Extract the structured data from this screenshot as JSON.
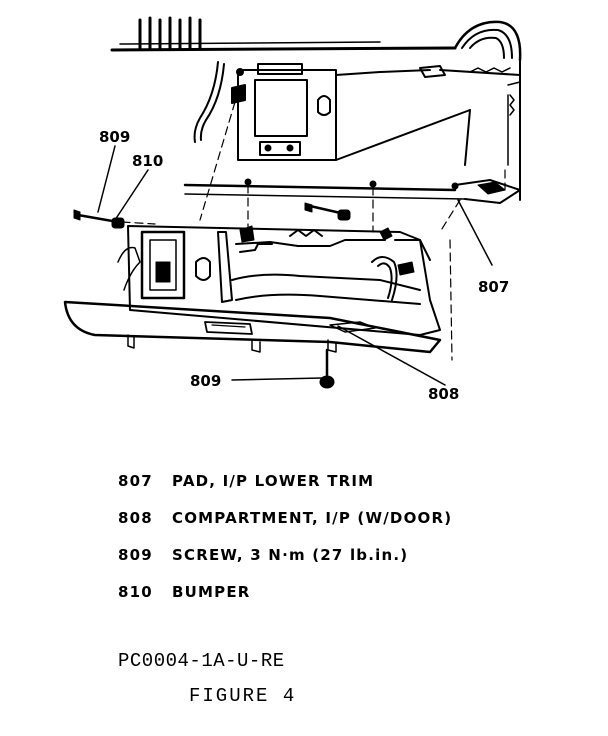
{
  "callouts": {
    "c809_top": "809",
    "c810": "810",
    "c807": "807",
    "c809_bottom": "809",
    "c808": "808"
  },
  "legend": [
    {
      "number": "807",
      "description": "PAD, I/P LOWER TRIM"
    },
    {
      "number": "808",
      "description": "COMPARTMENT, I/P (W/DOOR)"
    },
    {
      "number": "809",
      "description": "SCREW, 3 N·m (27 lb.in.)"
    },
    {
      "number": "810",
      "description": "BUMPER"
    }
  ],
  "doc_code": "PC0004-1A-U-RE",
  "figure_label": "FIGURE 4"
}
